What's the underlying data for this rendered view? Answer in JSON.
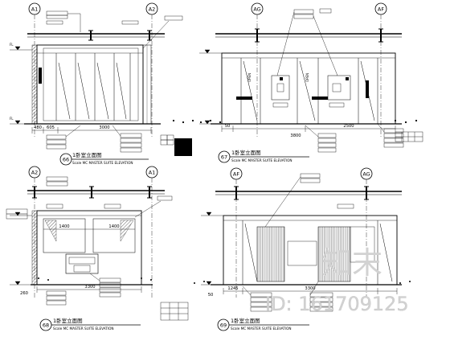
{
  "watermark": {
    "brand": "知末",
    "id_text": "ID: 161709125"
  },
  "panels": [
    {
      "grids": [
        "A1",
        "A2"
      ],
      "section_no": "66",
      "dims": [
        "480",
        "605",
        "3000"
      ],
      "caption_cn": "1卧室立面图",
      "caption_en": "Scale  MC  MASTER SUITE ELEVATION",
      "level_left": [
        "FL",
        "FL"
      ]
    },
    {
      "grids": [
        "AG",
        "AF"
      ],
      "section_no": "67",
      "dims": [
        "50",
        "3800",
        "2500"
      ],
      "caption_cn": "1卧室立面图",
      "caption_en": "Scale  MC  MASTER SUITE ELEVATION",
      "open_labels": [
        "OPEN",
        "OPEN"
      ]
    },
    {
      "grids": [
        "A2",
        "A1"
      ],
      "section_no": "68",
      "dims": [
        "1400",
        "1400",
        "3300",
        "260"
      ],
      "caption_cn": "1卧室立面图",
      "caption_en": "Scale  MC  MASTER SUITE ELEVATION"
    },
    {
      "grids": [
        "AF",
        "AG"
      ],
      "section_no": "69",
      "dims": [
        "1245",
        "3300",
        "50"
      ],
      "caption_cn": "1卧室立面图",
      "caption_en": "Scale  MC  MASTER SUITE ELEVATION"
    }
  ],
  "colors": {
    "ink": "#000000",
    "fill": "#000000",
    "paper": "#ffffff",
    "watermark": "#d2d2d2"
  }
}
